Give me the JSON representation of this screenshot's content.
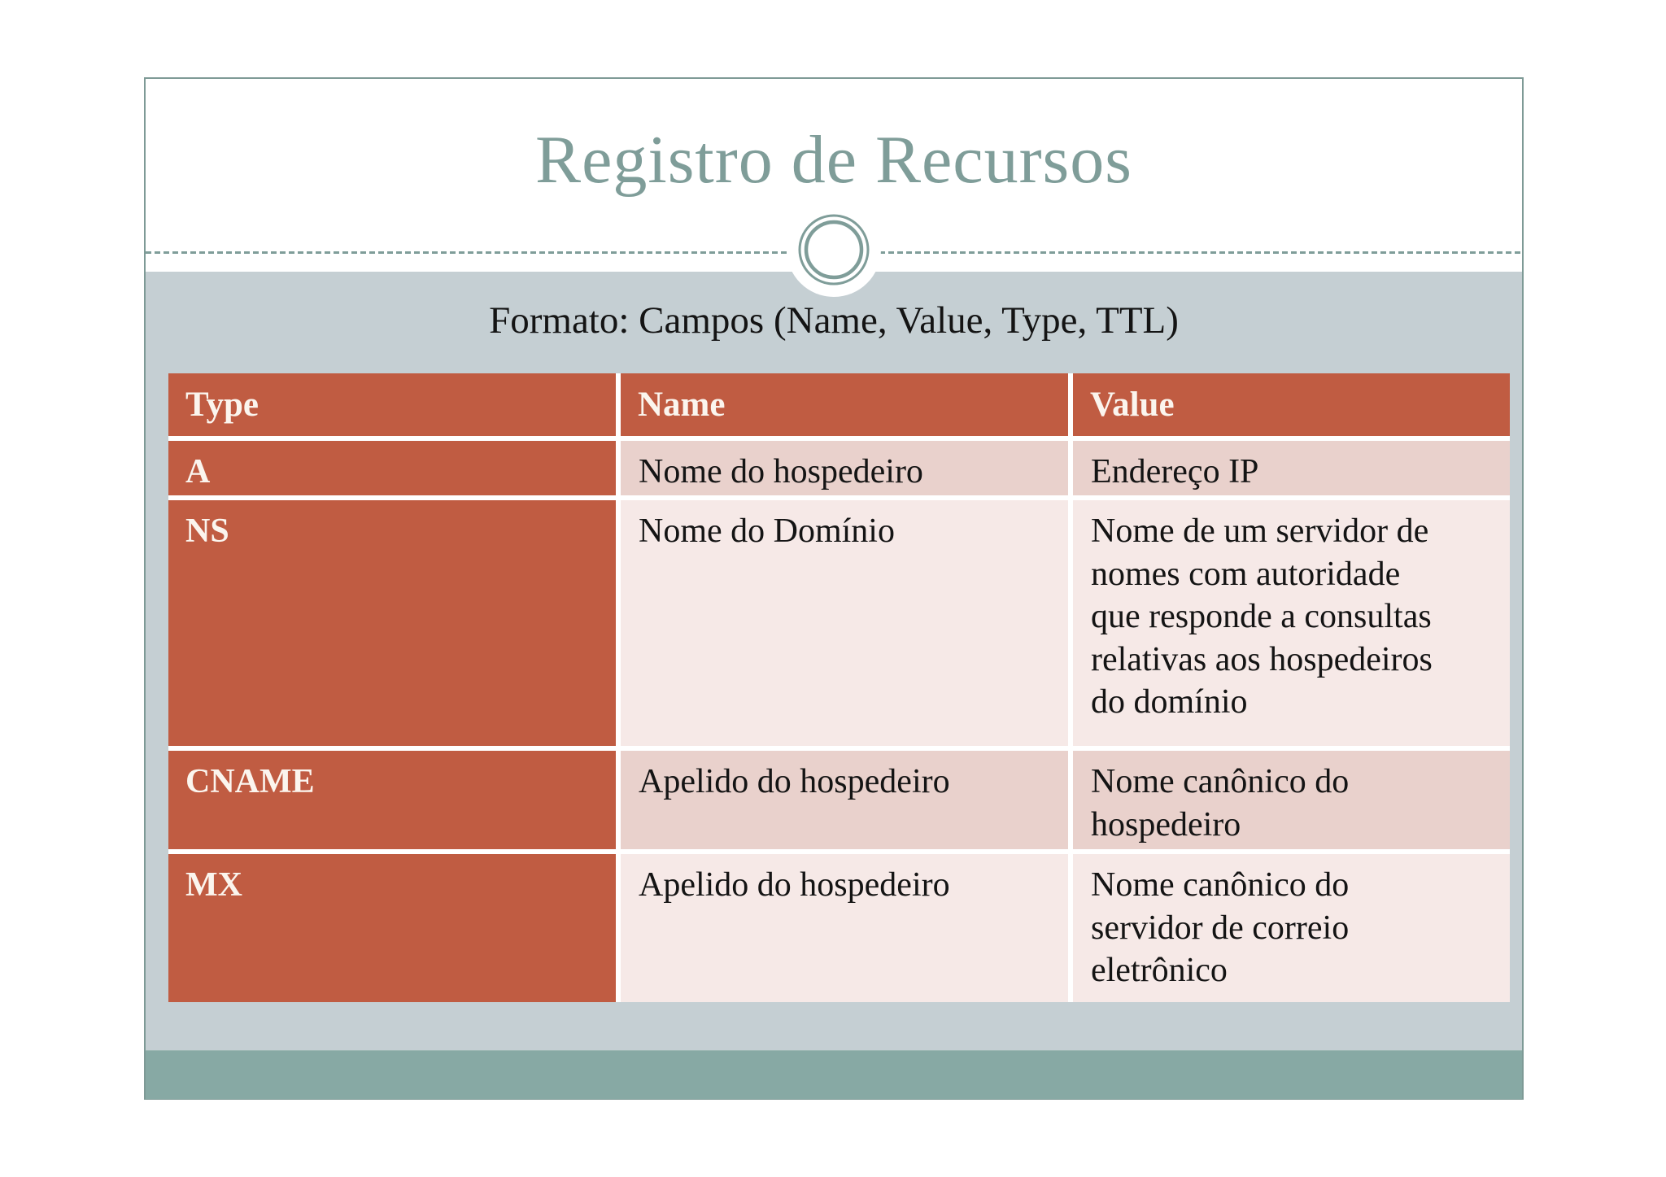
{
  "slide": {
    "title": "Registro de Recursos",
    "subtitle": "Formato: Campos (Name, Value, Type, TTL)"
  },
  "table": {
    "headers": [
      "Type",
      "Name",
      "Value"
    ],
    "rows": [
      {
        "type": "A",
        "name": "Nome do hospedeiro",
        "value": "Endereço IP"
      },
      {
        "type": "NS",
        "name": "Nome do Domínio",
        "value": "Nome de um servidor de\nnomes com autoridade\nque responde a consultas\nrelativas aos hospedeiros\ndo domínio"
      },
      {
        "type": "CNAME",
        "name": "Apelido do hospedeiro",
        "value": "Nome canônico do\nhospedeiro"
      },
      {
        "type": "MX",
        "name": "Apelido do hospedeiro",
        "value": "Nome canônico do\nservidor de correio\neletrônico"
      }
    ]
  },
  "colors": {
    "accent_red": "#C05C42",
    "row_band_dark": "#E9D1CC",
    "row_band_light": "#F6E9E7",
    "sage_accent": "#7F9D99",
    "content_band_gray": "#C5CFD3",
    "footer_teal": "#87A9A4",
    "header_text_cream": "#FBF5EE",
    "body_text": "#141414"
  }
}
